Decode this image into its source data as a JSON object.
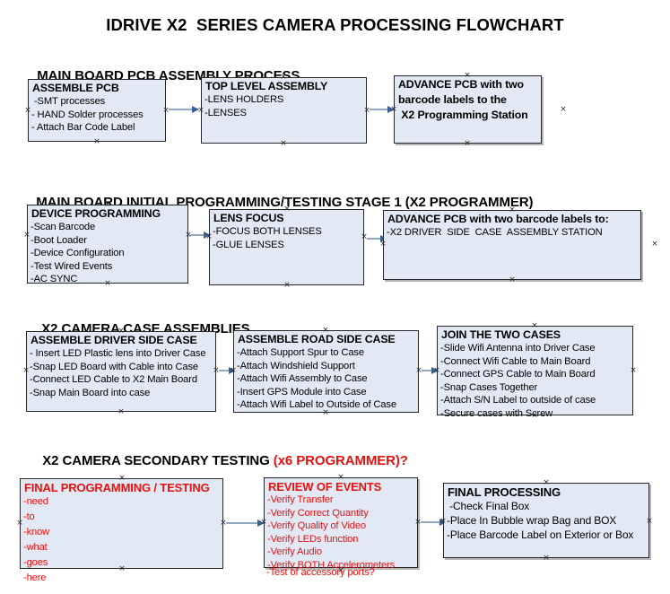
{
  "document": {
    "title": "IDRIVE X2  SERIES CAMERA PROCESSING FLOWCHART",
    "accent_color": "#e8110f",
    "box_fill_color": "#e3e9f4",
    "box_border_color": "#262626",
    "arrow_color": "#8fa9c2"
  },
  "sections": [
    {
      "heading": "MAIN BOARD PCB ASSEMBLY PROCESS",
      "heading_accent": "",
      "boxes": [
        {
          "title": "ASSEMBLE PCB",
          "lines": [
            " -SMT processes",
            "- HAND Solder processes",
            "- Attach Bar Code Label"
          ]
        },
        {
          "title": "TOP LEVEL ASSEMBLY",
          "lines": [
            "-LENS HOLDERS",
            "-LENSES"
          ]
        },
        {
          "title": "ADVANCE PCB with two",
          "lines": [
            "barcode labels to the",
            " X2 Programming Station"
          ]
        }
      ]
    },
    {
      "heading": "MAIN BOARD INITIAL PROGRAMMING/TESTING STAGE 1 (X2 PROGRAMMER)",
      "heading_accent": "",
      "boxes": [
        {
          "title": "DEVICE PROGRAMMING",
          "lines": [
            "-Scan Barcode",
            "-Boot Loader",
            "-Device Configuration",
            "-Test Wired Events",
            "-AC SYNC"
          ]
        },
        {
          "title": "LENS FOCUS",
          "lines": [
            "-FOCUS BOTH LENSES",
            "-GLUE LENSES"
          ]
        },
        {
          "title": "ADVANCE PCB with two barcode labels to:",
          "lines": [
            "-X2 DRIVER  SIDE  CASE  ASSEMBLY STATION"
          ]
        }
      ]
    },
    {
      "heading": "X2 CAMERA CASE ASSEMBLIES",
      "heading_accent": "",
      "boxes": [
        {
          "title": "ASSEMBLE DRIVER SIDE CASE",
          "lines": [
            "- Insert LED Plastic lens into Driver Case",
            "-Snap LED Board with Cable into Case",
            "-Connect LED Cable to X2 Main Board",
            "-Snap Main Board into case"
          ]
        },
        {
          "title": "ASSEMBLE ROAD SIDE CASE",
          "lines": [
            "-Attach Support Spur to Case",
            "-Attach Windshield Support",
            "-Attach Wifi Assembly to Case",
            "-Insert GPS Module into Case",
            "-Attach Wifi Label to Outside of Case"
          ]
        },
        {
          "title": "JOIN THE TWO CASES",
          "lines": [
            "-Slide Wifi Antenna into Driver Case",
            "-Connect Wifi Cable to Main Board",
            "-Connect GPS Cable to Main Board",
            "-Snap Cases Together",
            "-Attach S/N Label to outside of case",
            "-Secure cases with Screw"
          ]
        }
      ]
    },
    {
      "heading": "X2 CAMERA SECONDARY TESTING ",
      "heading_accent": "(x6 PROGRAMMER)?",
      "boxes": [
        {
          "title": "FINAL PROGRAMMING / TESTING",
          "lines": [
            "-need",
            "-to",
            "-know",
            "-what",
            "-goes",
            "-here"
          ]
        },
        {
          "title": "REVIEW OF EVENTS",
          "lines": [
            "-Verify Transfer",
            "-Verify Correct Quantity",
            "-Verify Quality of Video",
            "-Verify LEDs function",
            "-Verify Audio",
            "-Verify BOTH Accelerometers"
          ],
          "overflow_line": "-Test of accessory ports?"
        },
        {
          "title": "FINAL PROCESSING",
          "lines": [
            " -Check Final Box",
            "-Place In Bubble wrap Bag and BOX",
            "-Place Barcode Label on Exterior or Box"
          ]
        }
      ]
    }
  ]
}
